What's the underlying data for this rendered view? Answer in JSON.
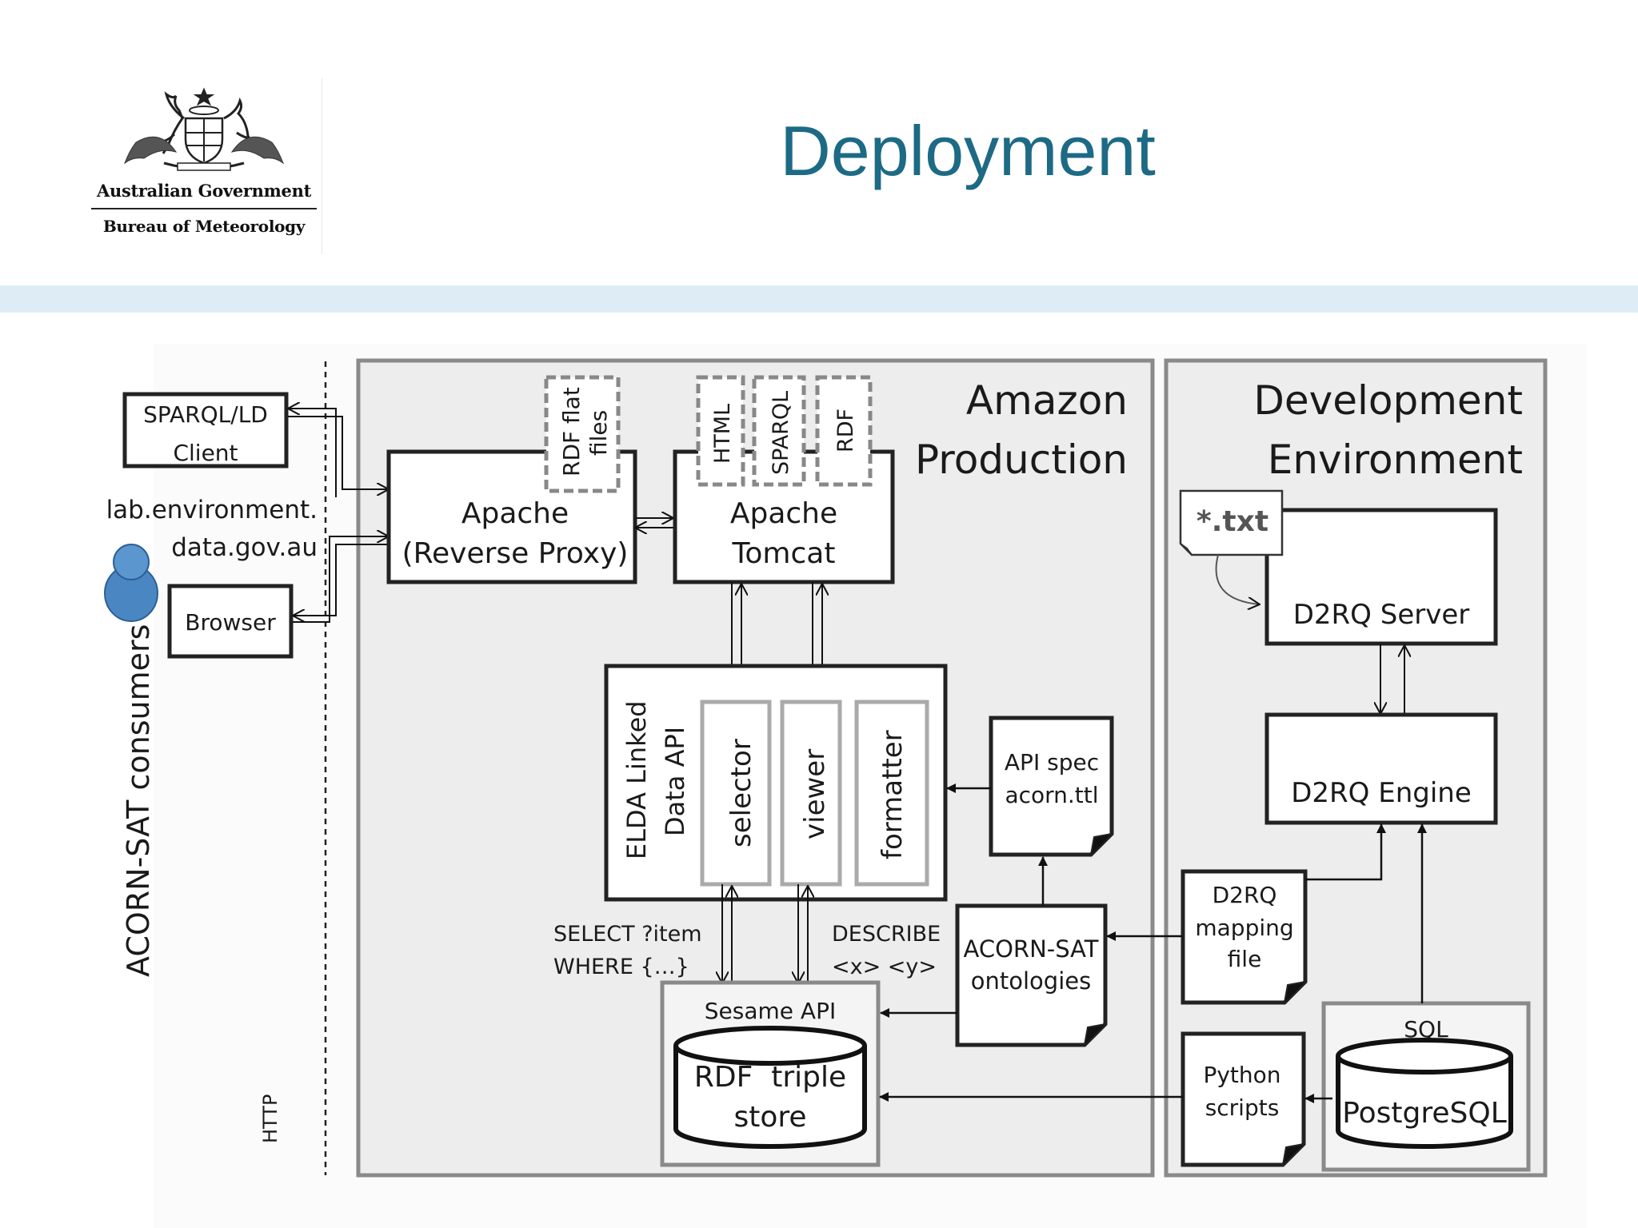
{
  "header": {
    "government": "Australian Government",
    "bureau": "Bureau of Meteorology",
    "title": "Deployment"
  },
  "diagram": {
    "consumers_label": "ACORN-SAT consumers",
    "http_label": "HTTP",
    "sparql_client": [
      "SPARQL/LD",
      "Client"
    ],
    "domain": [
      "lab.environment.",
      "data.gov.au"
    ],
    "browser": "Browser",
    "amazon": [
      "Amazon",
      "Production"
    ],
    "devenv": [
      "Development",
      "Environment"
    ],
    "apache": [
      "Apache",
      "(Reverse Proxy)"
    ],
    "rdf_flat_files": [
      "RDF flat",
      "files"
    ],
    "tomcat": [
      "Apache",
      "Tomcat"
    ],
    "tomcat_tags": [
      "HTML",
      "SPARQL",
      "RDF"
    ],
    "elda": [
      "ELDA Linked",
      "Data API"
    ],
    "elda_parts": [
      "selector",
      "viewer",
      "formatter"
    ],
    "api_spec": [
      "API spec",
      "acorn.ttl"
    ],
    "select_query": [
      "SELECT ?item",
      "WHERE {…}"
    ],
    "describe_query": [
      "DESCRIBE",
      "<x> <y>"
    ],
    "ontologies": [
      "ACORN-SAT",
      "ontologies"
    ],
    "sesame_api": "Sesame API",
    "rdf_store": [
      "RDF  triple",
      "store"
    ],
    "txt_note": "*.txt",
    "d2rq_server": "D2RQ Server",
    "d2rq_engine": "D2RQ Engine",
    "d2rq_mapping": [
      "D2RQ",
      "mapping",
      "file"
    ],
    "python_scripts": [
      "Python",
      "scripts"
    ],
    "sql_label": "SQL",
    "postgres": "PostgreSQL"
  }
}
